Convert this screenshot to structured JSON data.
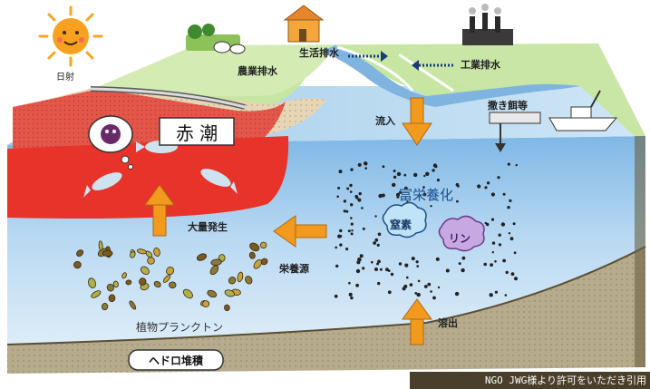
{
  "labels": {
    "sun": "日射",
    "domestic_wastewater": "生活排水",
    "agricultural_wastewater": "農業排水",
    "industrial_wastewater": "工業排水",
    "feed_scattering": "撒き餌等",
    "red_tide": "赤 潮",
    "inflow": "流入",
    "eutrophication": "富栄養化",
    "nitrogen": "窒素",
    "phosphorus": "リン",
    "mass_outbreak": "大量発生",
    "nutrient_source": "栄養源",
    "phytoplankton": "植物プランクトン",
    "dissolution": "溶出",
    "sludge_accumulation": "ヘドロ堆積"
  },
  "credit": "NGO JWG様より許可をいただき引用",
  "colors": {
    "sea": "#9cc9ec",
    "sea_deep": "#cfe4f5",
    "red_tide": "#e83a2e",
    "land": "#c9e7a4",
    "sediment": "#b5a98a",
    "arrow": "#f29a1e"
  }
}
